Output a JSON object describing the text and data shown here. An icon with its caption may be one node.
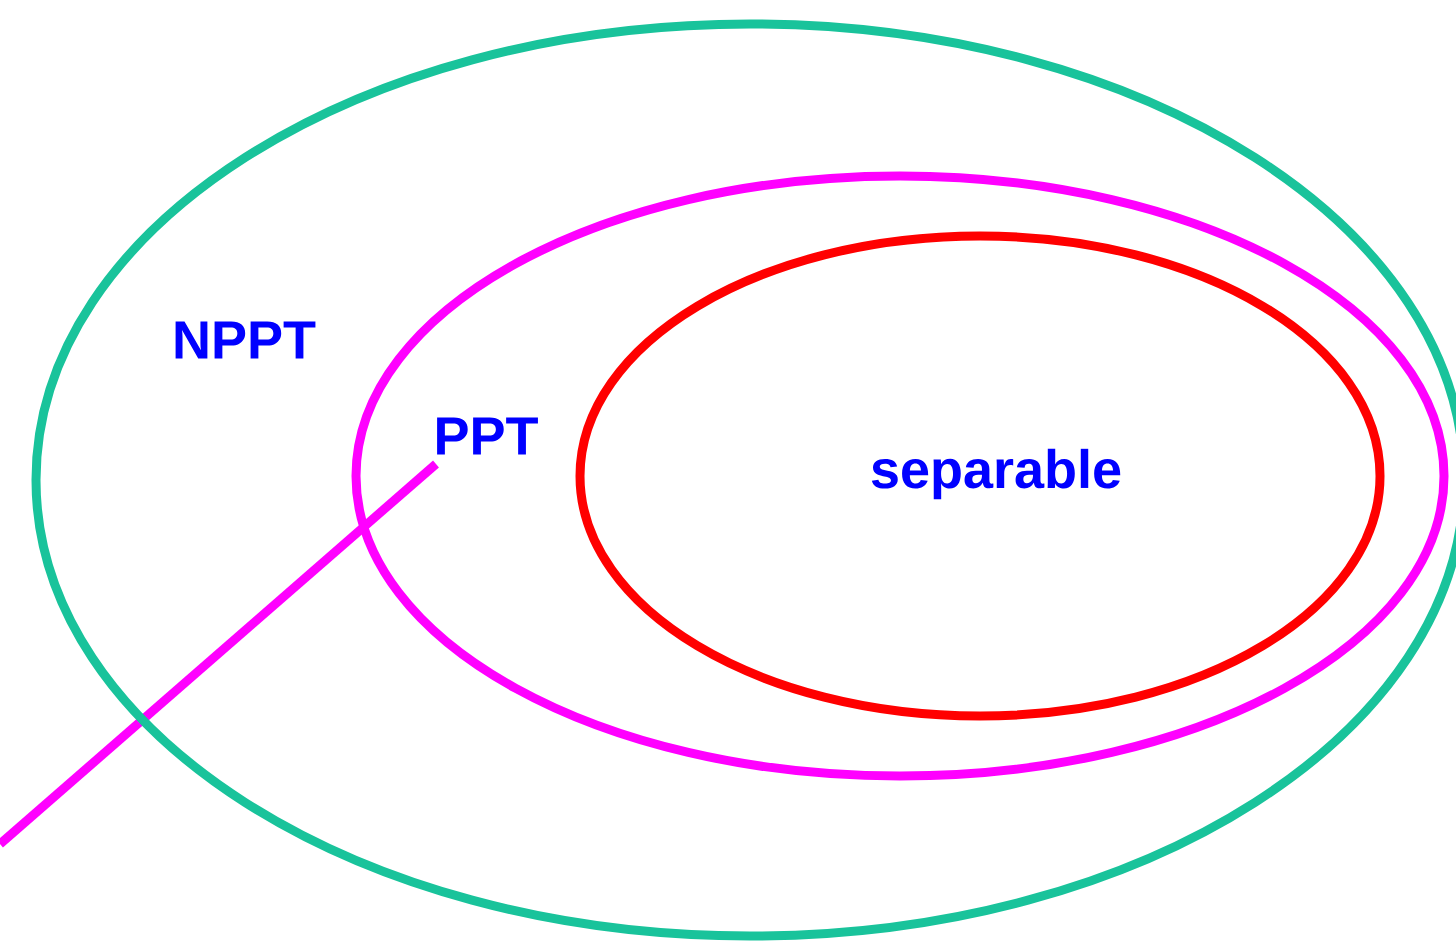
{
  "diagram": {
    "nodes": [
      {
        "text": [
          "NPPT"
        ]
      },
      {
        "text": [
          "PPT"
        ],
        "in": 0
      },
      {
        "text": [
          "separable"
        ],
        "in": 1
      }
    ]
  }
}
